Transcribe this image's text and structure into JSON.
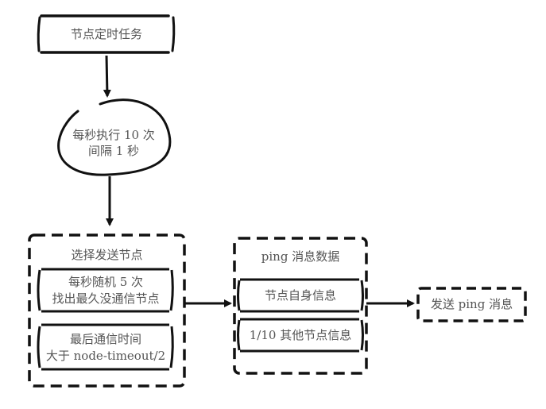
{
  "nodes": {
    "timer_task": {
      "label": "节点定时任务"
    },
    "loop": {
      "line1": "每秒执行 10 次",
      "line2": "间隔 1 秒"
    },
    "select_group": {
      "title": "选择发送节点",
      "item1": {
        "line1": "每秒随机 5 次",
        "line2": "找出最久没通信节点"
      },
      "item2": {
        "line1": "最后通信时间",
        "line2": "大于 node-timeout/2"
      }
    },
    "ping_group": {
      "title": "ping 消息数据",
      "item1": {
        "label": "节点自身信息"
      },
      "item2": {
        "label": "1/10 其他节点信息"
      }
    },
    "send_ping": {
      "label": "发送 ping 消息"
    }
  },
  "edges": [
    {
      "from": "节点定时任务",
      "to": "每秒执行 10 次 间隔 1 秒"
    },
    {
      "from": "每秒执行 10 次 间隔 1 秒",
      "to": "选择发送节点"
    },
    {
      "from": "选择发送节点",
      "to": "ping 消息数据"
    },
    {
      "from": "ping 消息数据",
      "to": "发送 ping 消息"
    }
  ]
}
